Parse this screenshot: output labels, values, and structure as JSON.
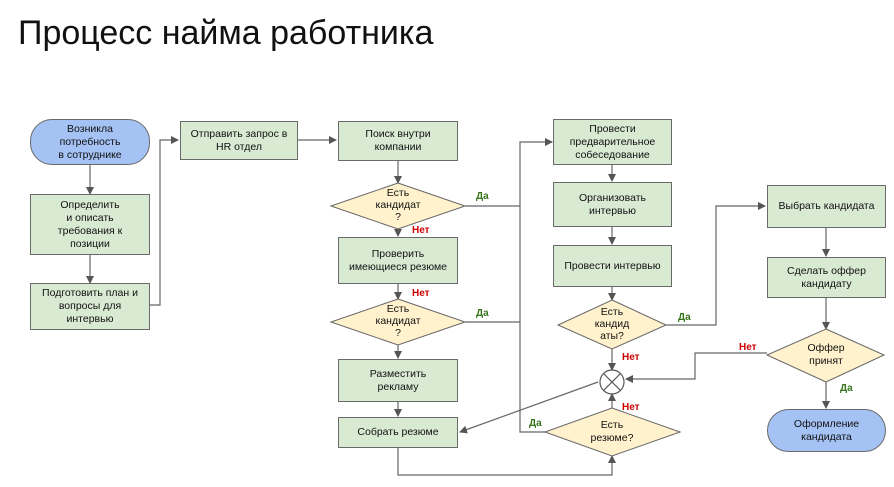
{
  "title": "Процесс найма работника",
  "nodes": {
    "need": "Возникла\nпотребность\nв сотруднике",
    "define": "Определить\nи описать\nтребования к\nпозиции",
    "plan": "Подготовить план и\nвопросы для\nинтервью",
    "hr_request": "Отправить запрос в\nHR отдел",
    "search_inside": "Поиск внутри\nкомпании",
    "check_resumes": "Проверить\nимеющиеся резюме",
    "place_ad": "Разместить\nрекламу",
    "collect_resumes": "Собрать резюме",
    "pre_interview": "Провести\nпредварительное\nсобеседование",
    "organize": "Организовать\nинтервью",
    "conduct": "Провести интервью",
    "choose": "Выбрать кандидата",
    "offer": "Сделать оффер\nкандидату",
    "hiring": "Оформление\nкандидата"
  },
  "decisions": {
    "candidate1": [
      "Есть",
      "кандидат",
      "?"
    ],
    "candidate2": [
      "Есть",
      "кандидат",
      "?"
    ],
    "resume": [
      "Есть",
      "резюме?"
    ],
    "candidate3": [
      "Есть",
      "кандид",
      "аты?"
    ],
    "offer_accepted": [
      "Оффер",
      "принят"
    ]
  },
  "edge_labels": {
    "yes": "Да",
    "no": "Нет"
  },
  "colors": {
    "process_fill": "#d9ead3",
    "terminal_fill": "#a4c2f4",
    "decision_fill": "#fff2cc",
    "yes_color": "#38761d",
    "no_color": "#cc0000"
  }
}
